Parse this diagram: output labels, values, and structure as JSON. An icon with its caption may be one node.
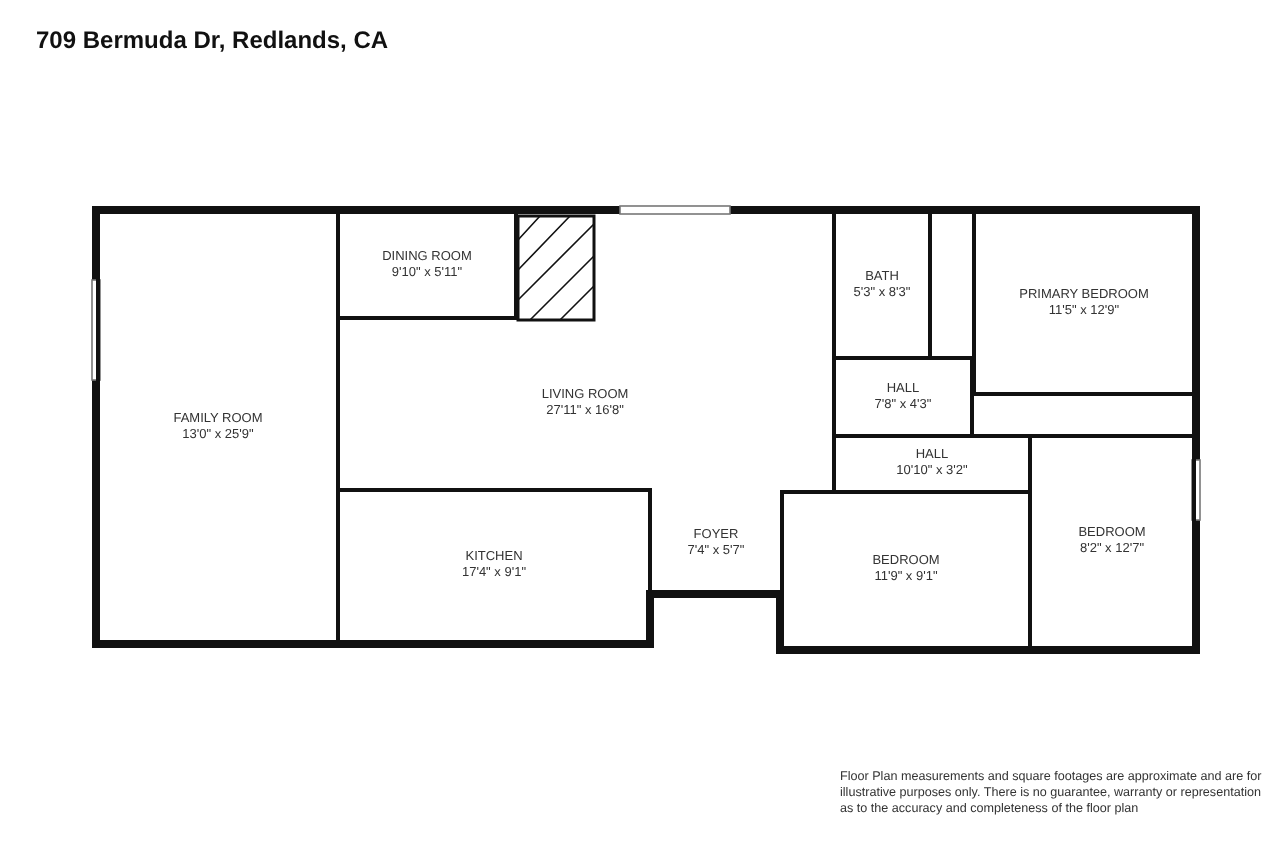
{
  "diagram": {
    "title": "709 Bermuda Dr, Redlands, CA",
    "nodes": [
      {
        "text": [
          "DINING ROOM",
          "9'10\" x 5'11\""
        ]
      },
      {
        "text": [
          "BATH",
          "5'3\" x 8'3\""
        ]
      },
      {
        "text": [
          "PRIMARY BEDROOM",
          "11'5\" x 12'9\""
        ]
      },
      {
        "text": [
          "LIVING ROOM",
          "27'11\" x 16'8\""
        ]
      },
      {
        "text": [
          "HALL",
          "7'8\" x 4'3\""
        ]
      },
      {
        "text": [
          "FAMILY ROOM",
          "13'0\" x 25'9\""
        ]
      },
      {
        "text": [
          "HALL",
          "10'10\" x 3'2\""
        ]
      },
      {
        "text": [
          "BEDROOM",
          "8'2\" x 12'7\""
        ]
      },
      {
        "text": [
          "FOYER",
          "7'4\" x 5'7\""
        ]
      },
      {
        "text": [
          "KITCHEN",
          "17'4\" x 9'1\""
        ]
      },
      {
        "text": [
          "BEDROOM",
          "11'9\" x 9'1\""
        ]
      }
    ],
    "caption": "Floor Plan measurements and square footages are approximate and are for illustrative purposes only. There is no guarantee, warranty or representation as to the accuracy and completeness of the floor plan"
  }
}
